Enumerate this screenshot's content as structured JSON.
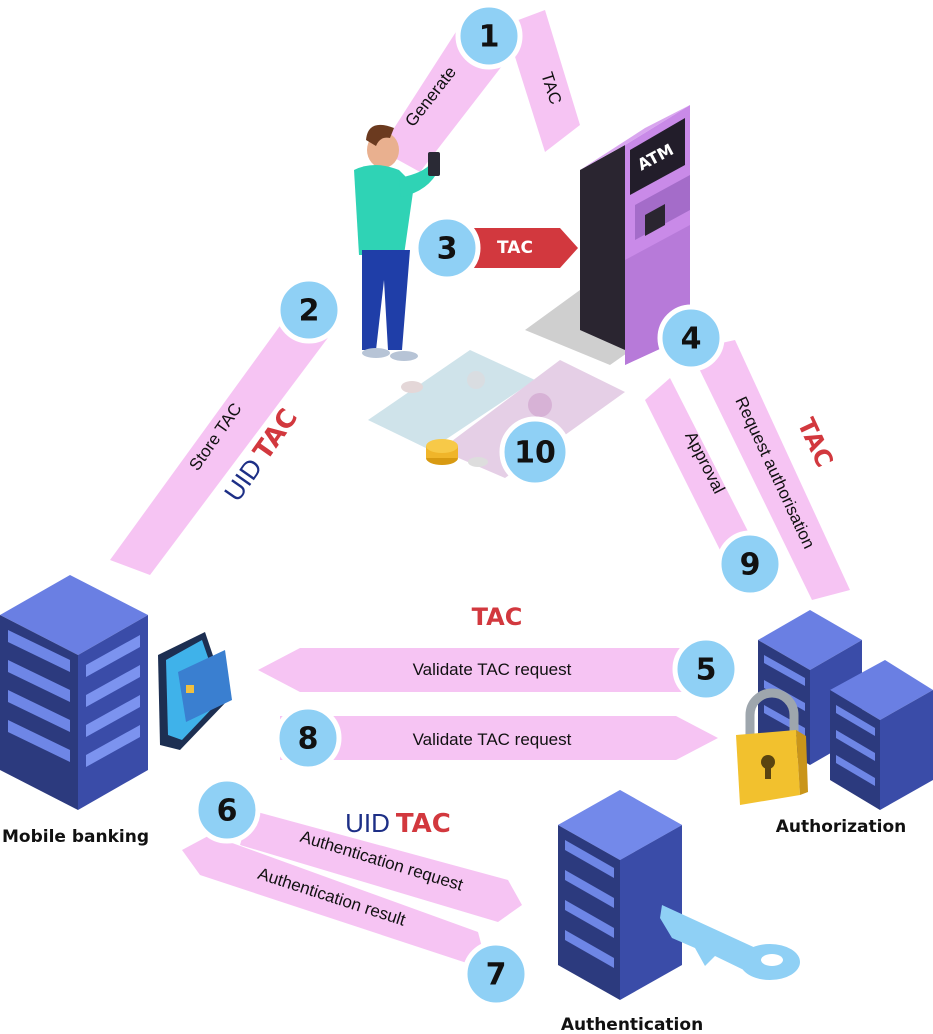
{
  "steps": {
    "s1": "1",
    "s2": "2",
    "s3": "3",
    "s4": "4",
    "s5": "5",
    "s6": "6",
    "s7": "7",
    "s8": "8",
    "s9": "9",
    "s10": "10"
  },
  "labels": {
    "generate": "Generate",
    "tac_top": "TAC",
    "tac_arrow": "TAC",
    "store_tac": "Store TAC",
    "uid_left": "UID",
    "tac_left": "TAC",
    "request_authorisation": "Request authorisation",
    "tac_right": "TAC",
    "approval": "Approval",
    "tac_mid": "TAC",
    "validate_1": "Validate TAC request",
    "validate_2": "Validate TAC request",
    "uid_bottom": "UID",
    "tac_bottom": "TAC",
    "auth_request": "Authentication request",
    "auth_result": "Authentication result",
    "atm_screen": "ATM"
  },
  "nodes": {
    "mobile_banking": "Mobile banking",
    "authorization": "Authorization",
    "authentication": "Authentication"
  },
  "colors": {
    "band": "#f6c4f3",
    "badge": "#8fd0f5",
    "accent_red": "#d2383e",
    "uid_blue": "#1d2f86",
    "server": "#2c3a7e",
    "atm": "#c98ae8"
  }
}
